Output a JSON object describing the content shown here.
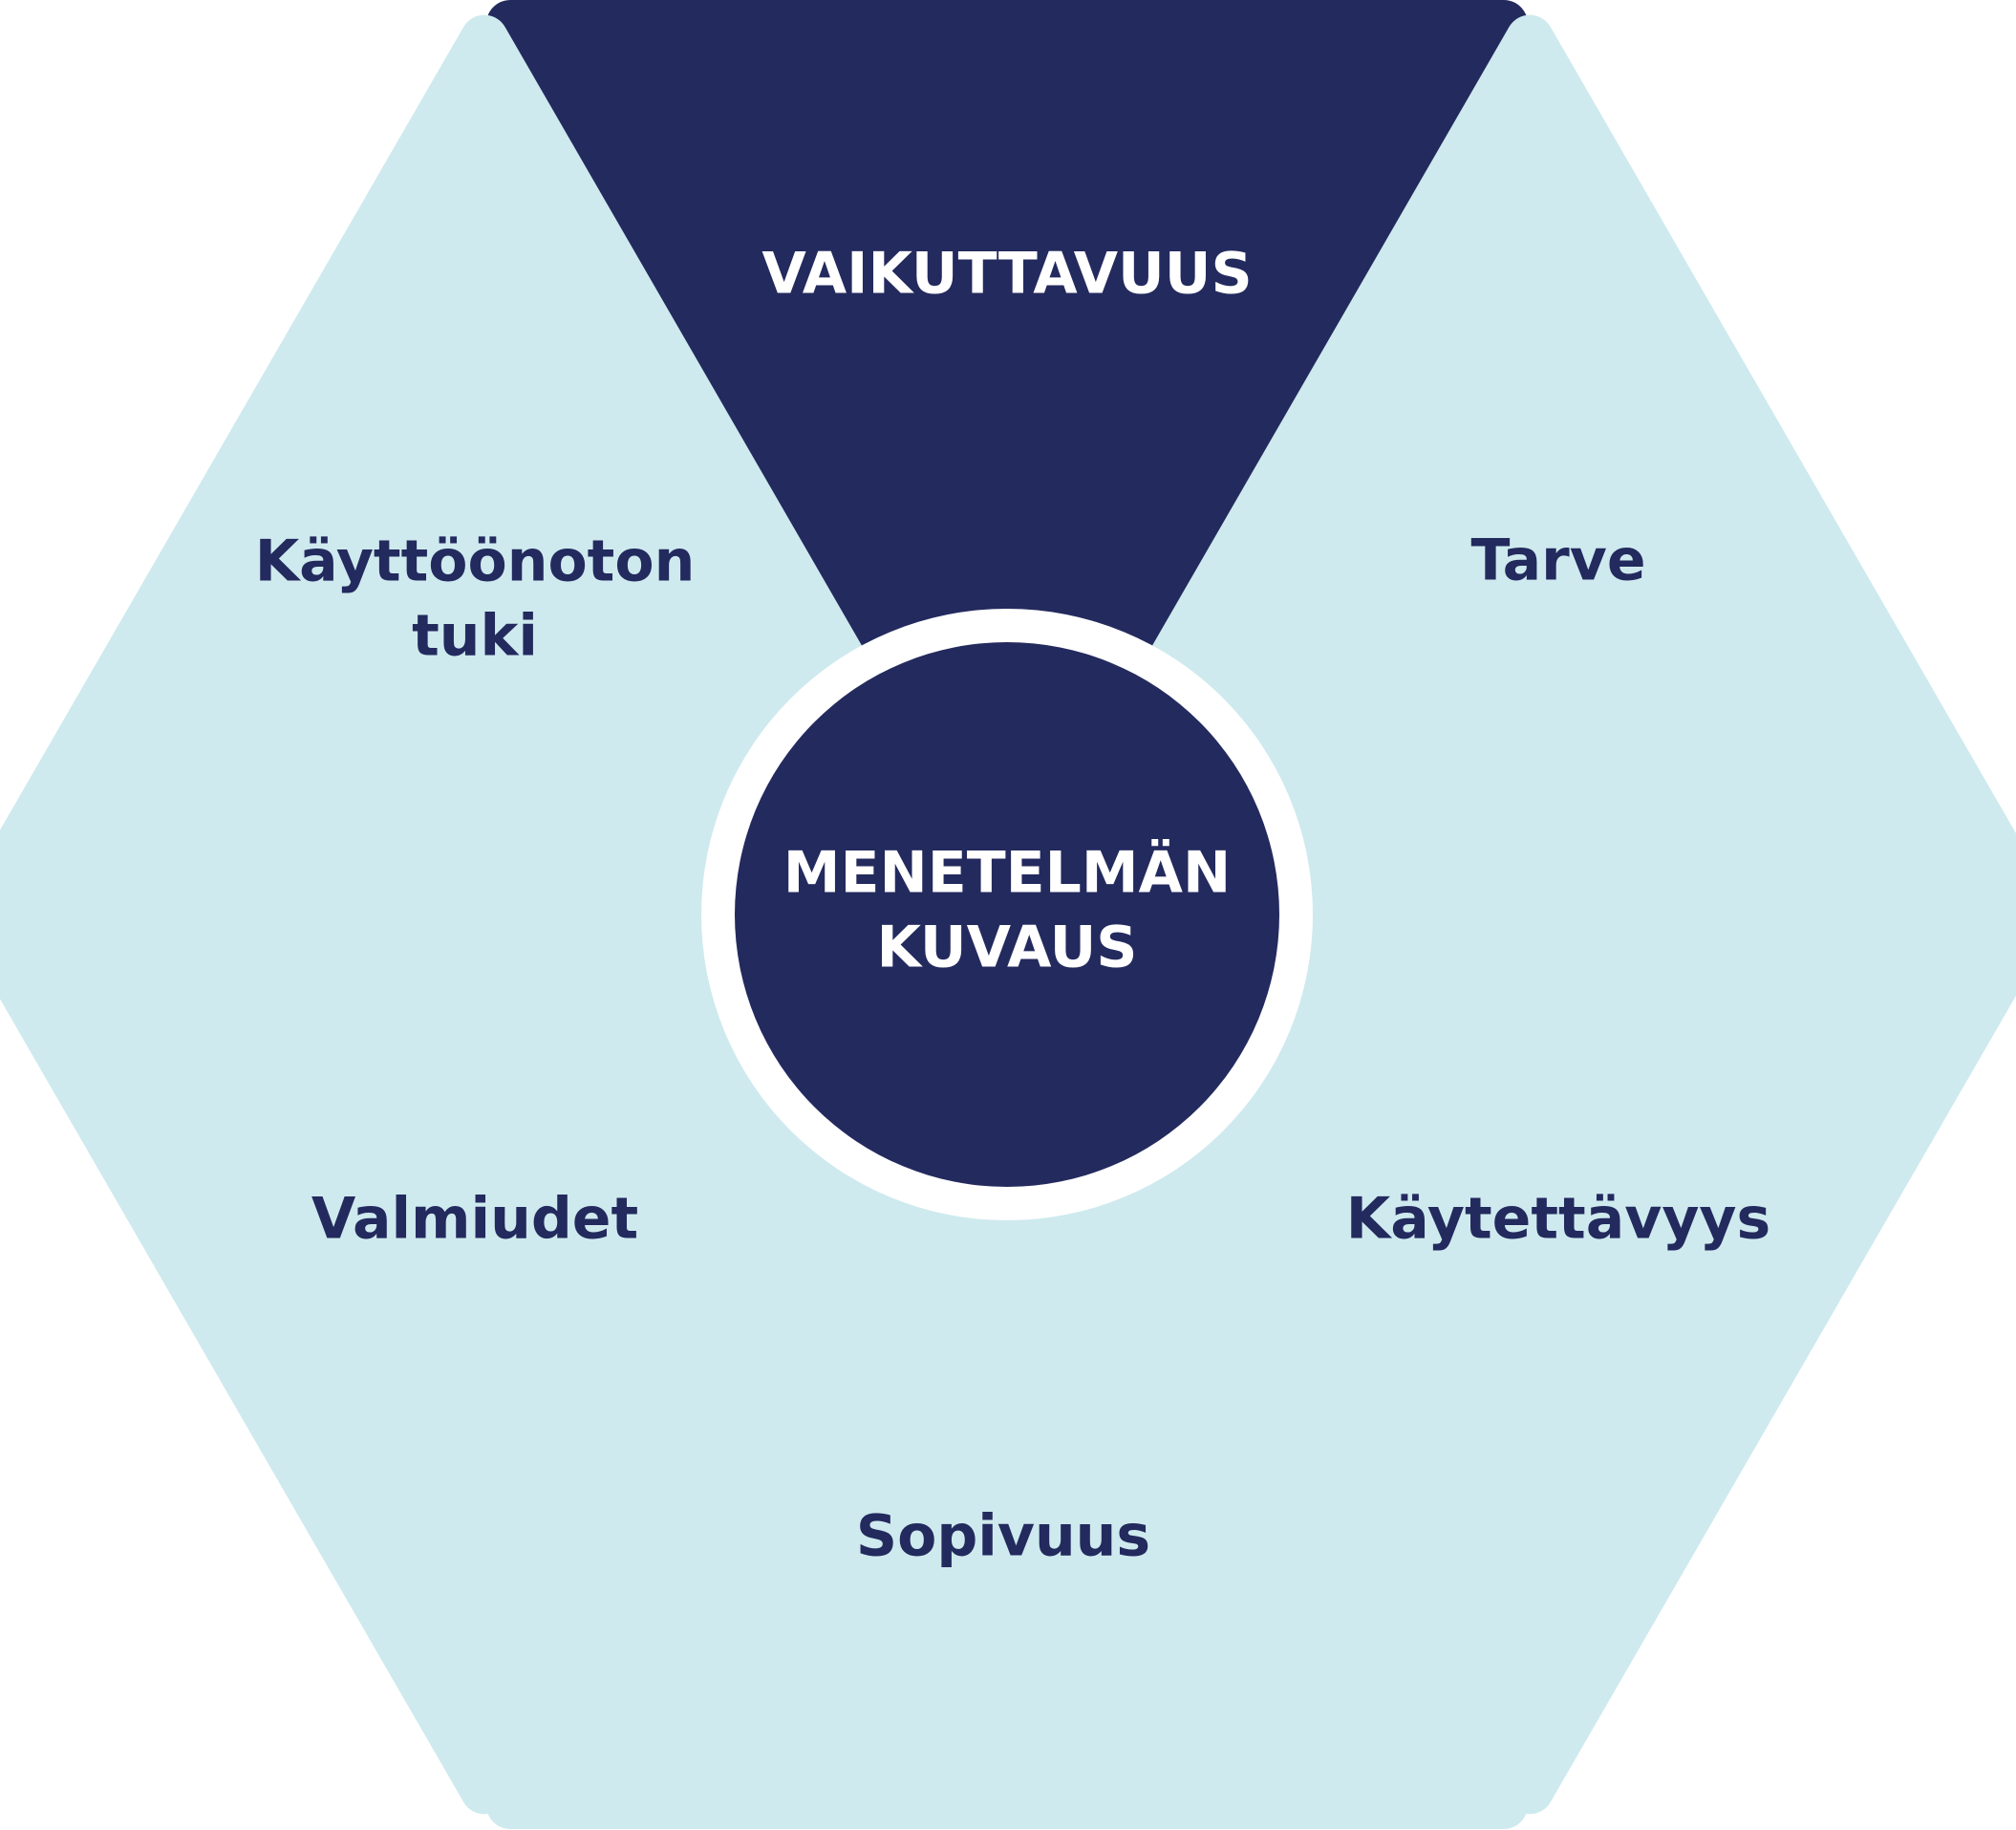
{
  "colors": {
    "dark": "#232a5e",
    "light": "#ceeaee",
    "white": "#ffffff"
  },
  "center": {
    "line1": "MENETELMÄN",
    "line2": "KUVAUS"
  },
  "segments": [
    {
      "id": "vaikuttavuus",
      "lines": [
        "VAIKUTTAVUUS"
      ],
      "highlight": true
    },
    {
      "id": "tarve",
      "lines": [
        "Tarve"
      ],
      "highlight": false
    },
    {
      "id": "kaytettavyys",
      "lines": [
        "Käytettävyys"
      ],
      "highlight": false
    },
    {
      "id": "sopivuus",
      "lines": [
        "Sopivuus"
      ],
      "highlight": false
    },
    {
      "id": "valmiudet",
      "lines": [
        "Valmiudet"
      ],
      "highlight": false
    },
    {
      "id": "kayttoonoton-tuki",
      "lines": [
        "Käyttöönoton",
        "tuki"
      ],
      "highlight": false
    }
  ]
}
